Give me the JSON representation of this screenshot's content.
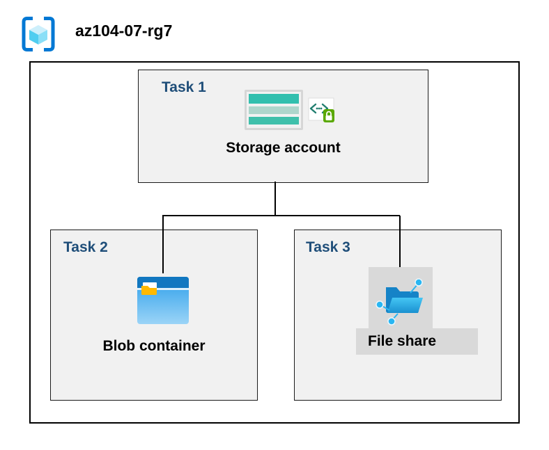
{
  "header": {
    "resource_group_label": "az104-07-rg7"
  },
  "tasks": {
    "task1": {
      "label": "Task 1",
      "item_label": "Storage account",
      "icons": [
        "storage-account-icon",
        "secure-access-icon"
      ]
    },
    "task2": {
      "label": "Task 2",
      "item_label": "Blob container",
      "icons": [
        "blob-container-icon"
      ]
    },
    "task3": {
      "label": "Task 3",
      "item_label": "File share",
      "icons": [
        "file-share-icon"
      ]
    }
  },
  "icons": {
    "resource_group": "resource-group-icon"
  },
  "colors": {
    "task_label_navy": "#1f4e79",
    "box_fill": "#f1f1f1",
    "outline_black": "#000000",
    "azure_blue": "#0078d4",
    "storage_teal": "#32bfae",
    "blob_band_blue": "#1177c0",
    "blob_body_blue": "#2d9fea",
    "file_share_cyan": "#29b6f2",
    "highlight_gray": "#d9d9d9",
    "lock_green": "#5aa802"
  }
}
